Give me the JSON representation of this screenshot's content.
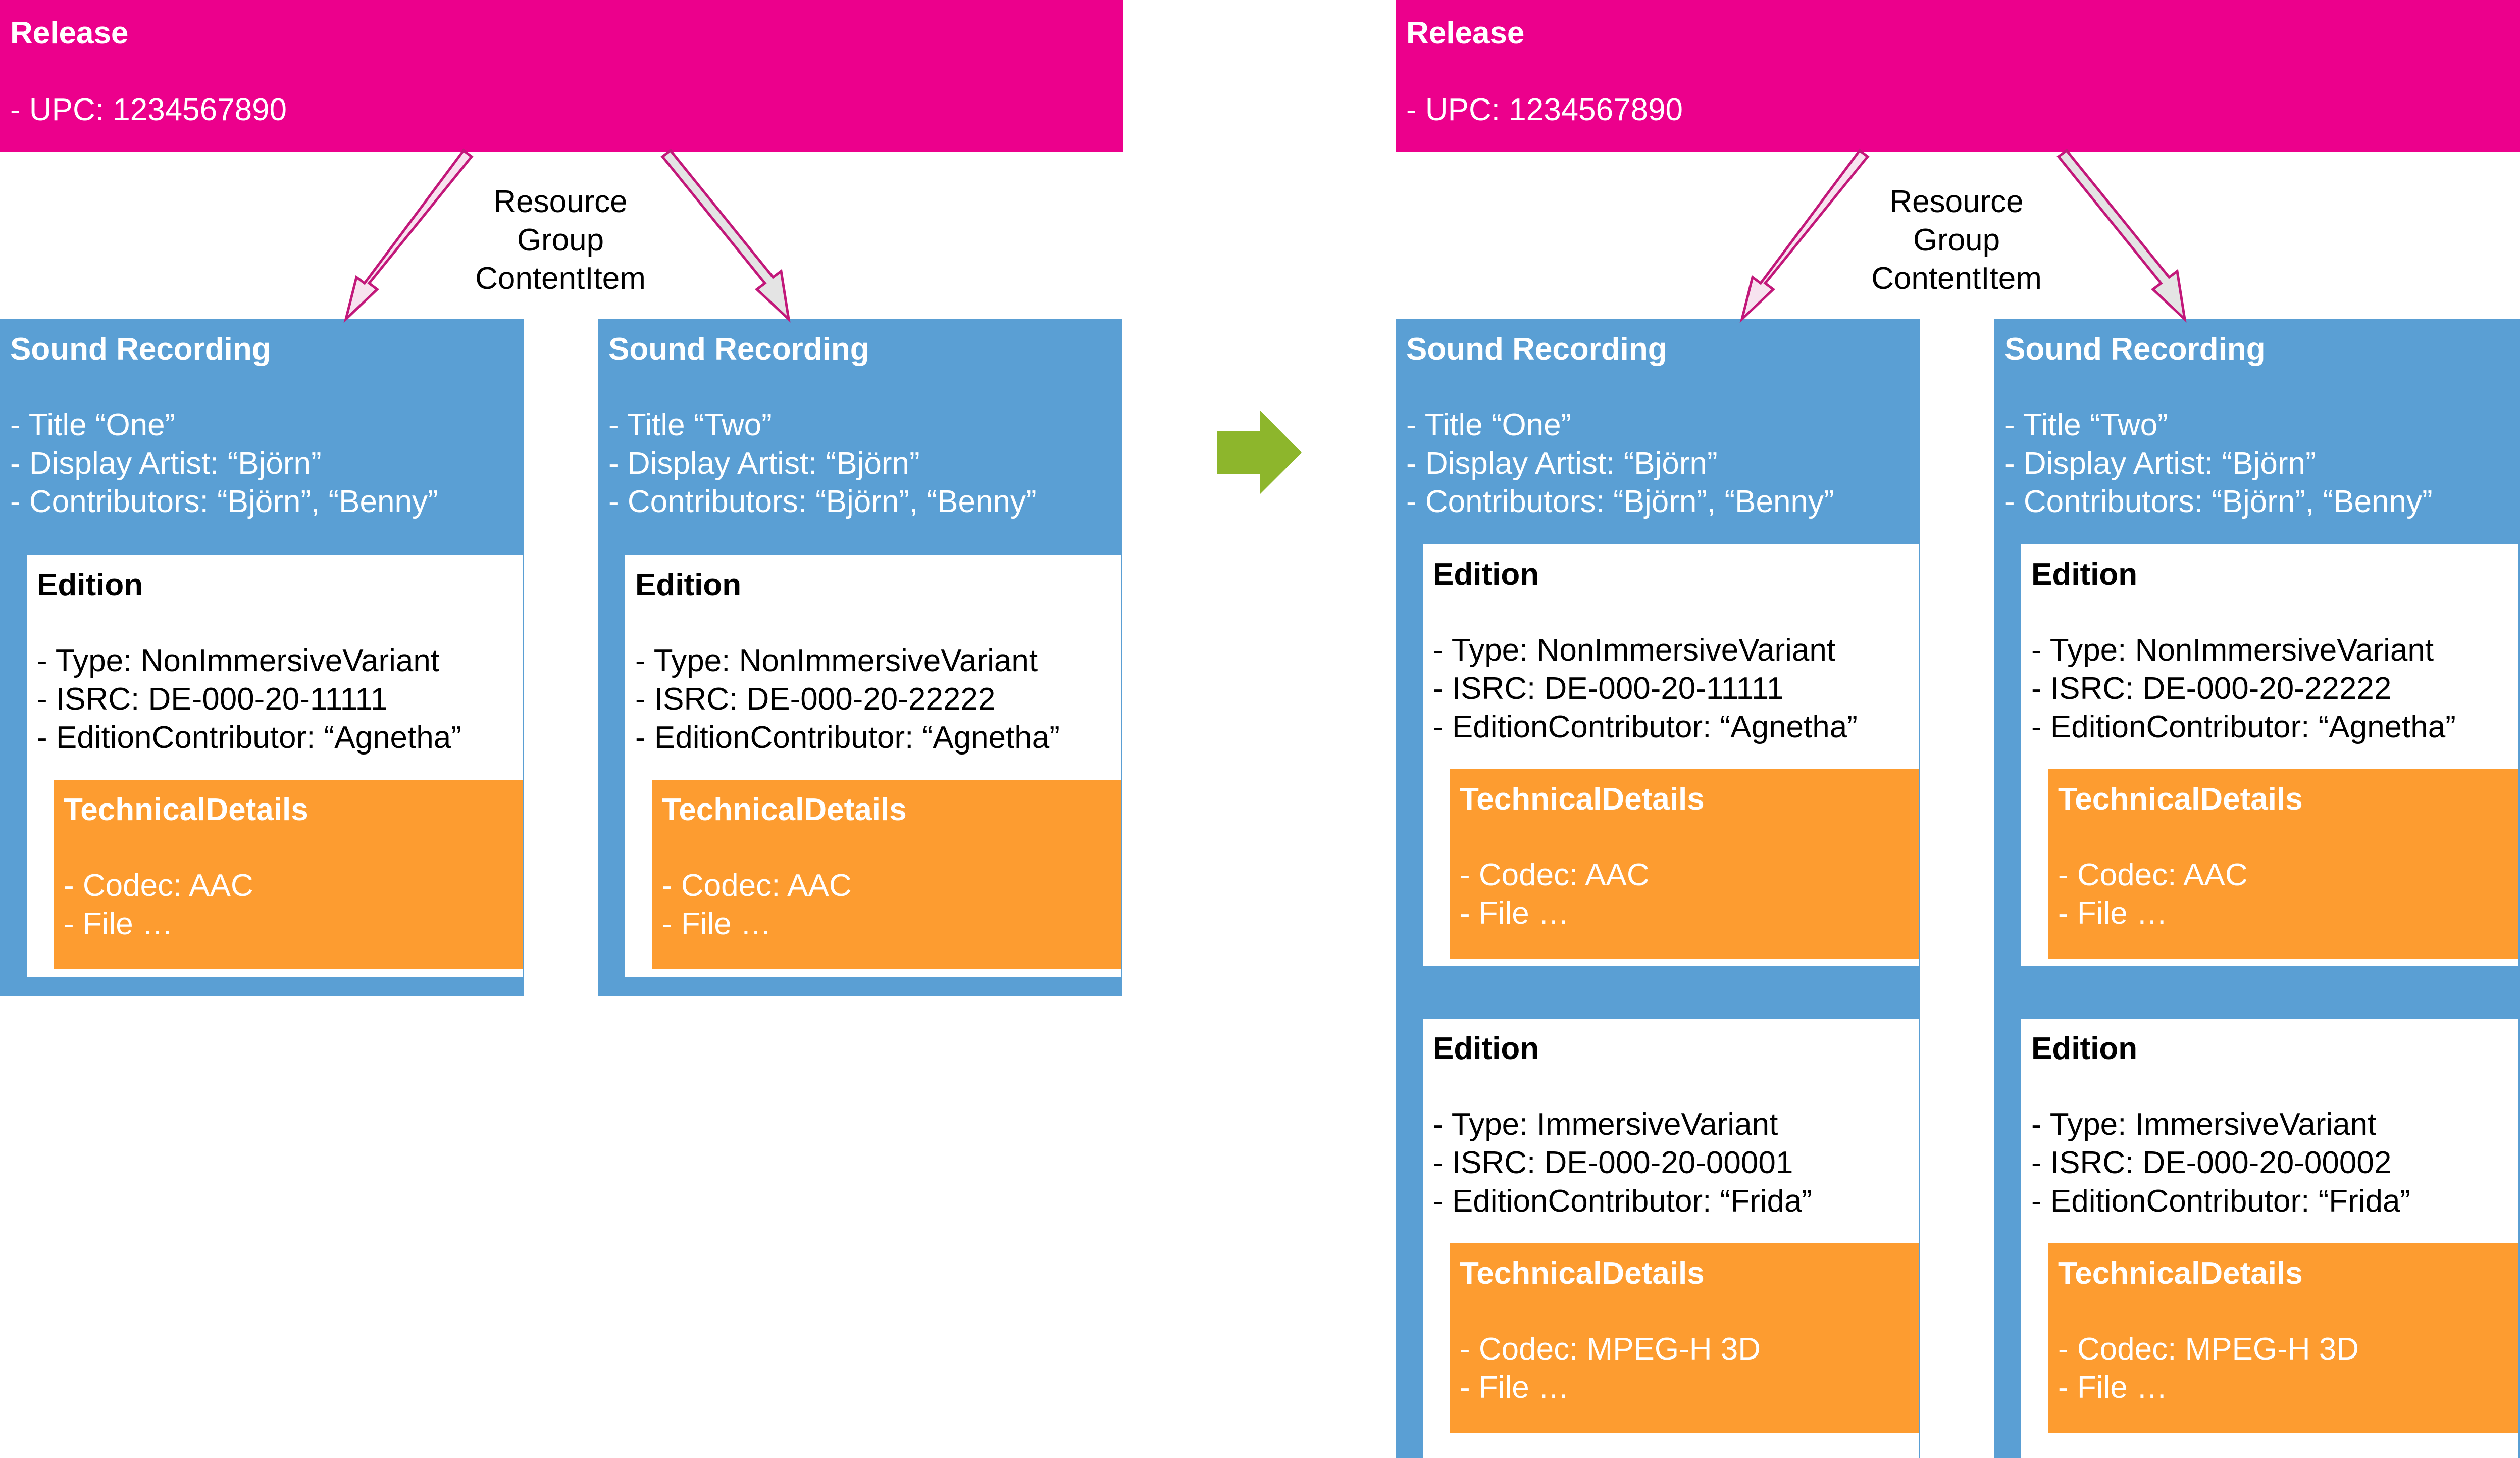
{
  "colors": {
    "release": "#ec008c",
    "sound_recording": "#5a9fd4",
    "edition": "#ffffff",
    "technical_details": "#fd9c30",
    "transition_arrow": "#8db62c"
  },
  "before": {
    "release": {
      "title": "Release",
      "lines": [
        "- UPC: 1234567890"
      ]
    },
    "relation_label": [
      "Resource",
      "Group",
      "ContentItem"
    ],
    "recordings": [
      {
        "title": "Sound Recording",
        "lines": [
          "- Title “One”",
          "- Display Artist: “Björn”",
          "- Contributors: “Björn”, “Benny”"
        ],
        "editions": [
          {
            "title": "Edition",
            "lines": [
              "- Type: NonImmersiveVariant",
              "- ISRC: DE-000-20-11111",
              "- EditionContributor: “Agnetha”"
            ],
            "tech": {
              "title": "TechnicalDetails",
              "lines": [
                "- Codec: AAC",
                "- File …"
              ]
            }
          }
        ]
      },
      {
        "title": "Sound Recording",
        "lines": [
          "- Title “Two”",
          "- Display Artist: “Björn”",
          "- Contributors: “Björn”, “Benny”"
        ],
        "editions": [
          {
            "title": "Edition",
            "lines": [
              "- Type: NonImmersiveVariant",
              "- ISRC: DE-000-20-22222",
              "- EditionContributor: “Agnetha”"
            ],
            "tech": {
              "title": "TechnicalDetails",
              "lines": [
                "- Codec: AAC",
                "- File …"
              ]
            }
          }
        ]
      }
    ]
  },
  "after": {
    "release": {
      "title": "Release",
      "lines": [
        "- UPC: 1234567890"
      ]
    },
    "relation_label": [
      "Resource",
      "Group",
      "ContentItem"
    ],
    "recordings": [
      {
        "title": "Sound Recording",
        "lines": [
          "- Title “One”",
          "- Display Artist: “Björn”",
          "- Contributors: “Björn”, “Benny”"
        ],
        "editions": [
          {
            "title": "Edition",
            "lines": [
              "- Type: NonImmersiveVariant",
              "- ISRC: DE-000-20-11111",
              "- EditionContributor: “Agnetha”"
            ],
            "tech": {
              "title": "TechnicalDetails",
              "lines": [
                "- Codec: AAC",
                "- File …"
              ]
            }
          },
          {
            "title": "Edition",
            "lines": [
              "- Type: ImmersiveVariant",
              "- ISRC: DE-000-20-00001",
              "- EditionContributor: “Frida”"
            ],
            "tech": {
              "title": "TechnicalDetails",
              "lines": [
                "- Codec: MPEG-H 3D",
                "- File …"
              ]
            }
          }
        ]
      },
      {
        "title": "Sound Recording",
        "lines": [
          "- Title “Two”",
          "- Display Artist: “Björn”",
          "- Contributors: “Björn”, “Benny”"
        ],
        "editions": [
          {
            "title": "Edition",
            "lines": [
              "- Type: NonImmersiveVariant",
              "- ISRC: DE-000-20-22222",
              "- EditionContributor: “Agnetha”"
            ],
            "tech": {
              "title": "TechnicalDetails",
              "lines": [
                "- Codec: AAC",
                "- File …"
              ]
            }
          },
          {
            "title": "Edition",
            "lines": [
              "- Type: ImmersiveVariant",
              "- ISRC: DE-000-20-00002",
              "- EditionContributor: “Frida”"
            ],
            "tech": {
              "title": "TechnicalDetails",
              "lines": [
                "- Codec: MPEG-H 3D",
                "- File …"
              ]
            }
          }
        ]
      }
    ]
  }
}
